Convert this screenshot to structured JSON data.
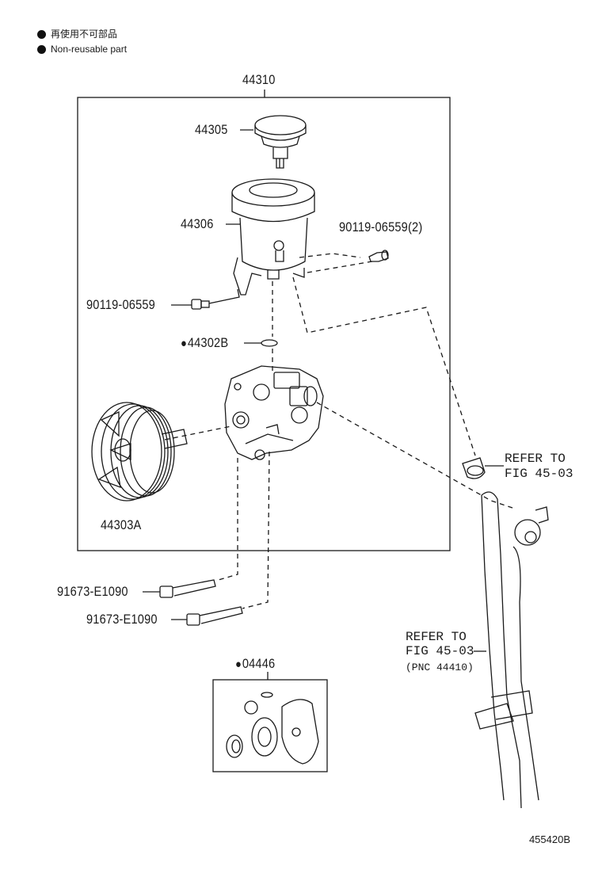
{
  "legend": [
    {
      "text": "再使用不可部品"
    },
    {
      "text": "Non-reusable part"
    }
  ],
  "parts": {
    "assembly": "44310",
    "cap": "44305",
    "reservoir": "44306",
    "bolt_right": "90119-06559(2)",
    "bolt_left": "90119-06559",
    "oring": "44302B",
    "pulley": "44303A",
    "bolt_a": "91673-E1090",
    "bolt_b": "91673-E1090",
    "kit": "04446"
  },
  "references": {
    "ref1_line1": "REFER TO",
    "ref1_line2": "FIG 45-03",
    "ref2_line1": "REFER TO",
    "ref2_line2": "FIG 45-03",
    "ref2_line3": "(PNC 44410)"
  },
  "illustration_code": "455420B"
}
